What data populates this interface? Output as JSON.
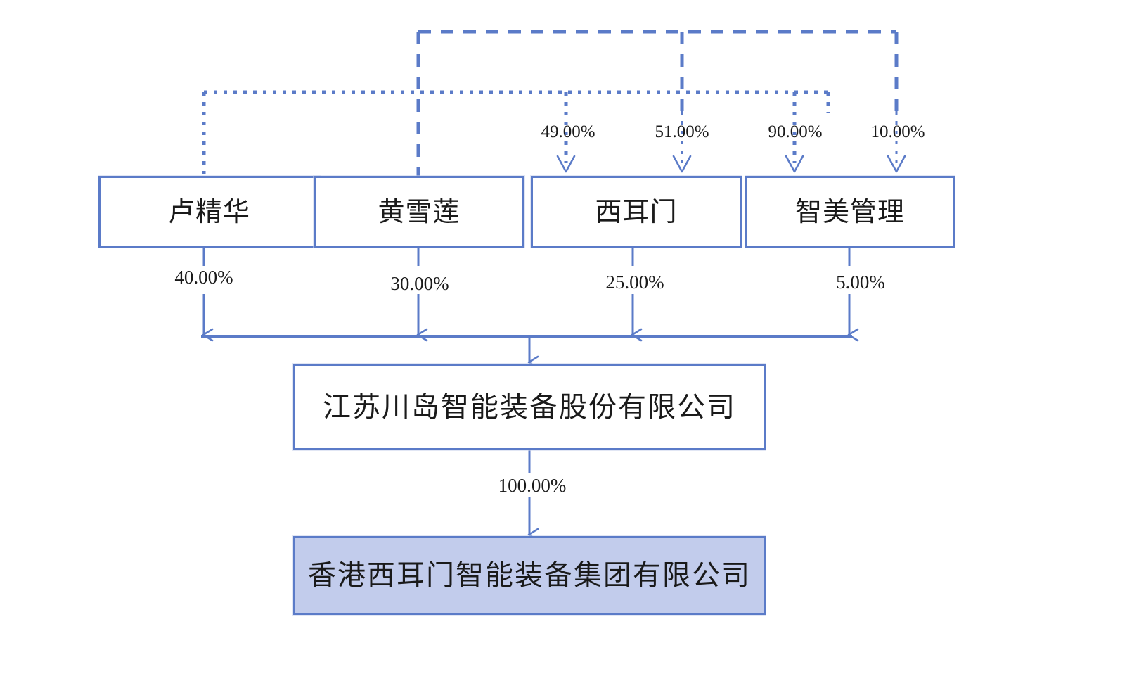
{
  "diagram": {
    "type": "ownership-structure-chart",
    "colors": {
      "border": "#5B7BC8",
      "connector": "#5B7BC8",
      "highlight_fill": "#C2CCEC",
      "background": "#FFFFFF",
      "text": "#1A1A1A"
    },
    "top_row_nodes": [
      {
        "id": "lu-jinghua",
        "label": "卢精华"
      },
      {
        "id": "huang-xuelian",
        "label": "黄雪莲"
      },
      {
        "id": "xiermen",
        "label": "西耳门"
      },
      {
        "id": "zhimei-guanli",
        "label": "智美管理"
      }
    ],
    "upper_percentages": [
      {
        "id": "pct-49",
        "value": "49.00%",
        "target": "xiermen",
        "source": "lu-jinghua"
      },
      {
        "id": "pct-51",
        "value": "51.00%",
        "target": "xiermen",
        "source": "huang-xuelian"
      },
      {
        "id": "pct-90",
        "value": "90.00%",
        "target": "zhimei-guanli",
        "source": "lu-jinghua"
      },
      {
        "id": "pct-10",
        "value": "10.00%",
        "target": "zhimei-guanli",
        "source": "huang-xuelian"
      }
    ],
    "lower_percentages": [
      {
        "id": "pct-40",
        "value": "40.00%",
        "source": "lu-jinghua"
      },
      {
        "id": "pct-30",
        "value": "30.00%",
        "source": "huang-xuelian"
      },
      {
        "id": "pct-25",
        "value": "25.00%",
        "source": "xiermen"
      },
      {
        "id": "pct-5",
        "value": "5.00%",
        "source": "zhimei-guanli"
      }
    ],
    "main_entity": {
      "id": "jiangsu-chuandao",
      "label": "江苏川岛智能装备股份有限公司"
    },
    "subsidiary_percentage": {
      "id": "pct-100",
      "value": "100.00%"
    },
    "subsidiary": {
      "id": "hongkong-xiermen",
      "label": "香港西耳门智能装备集团有限公司"
    }
  }
}
